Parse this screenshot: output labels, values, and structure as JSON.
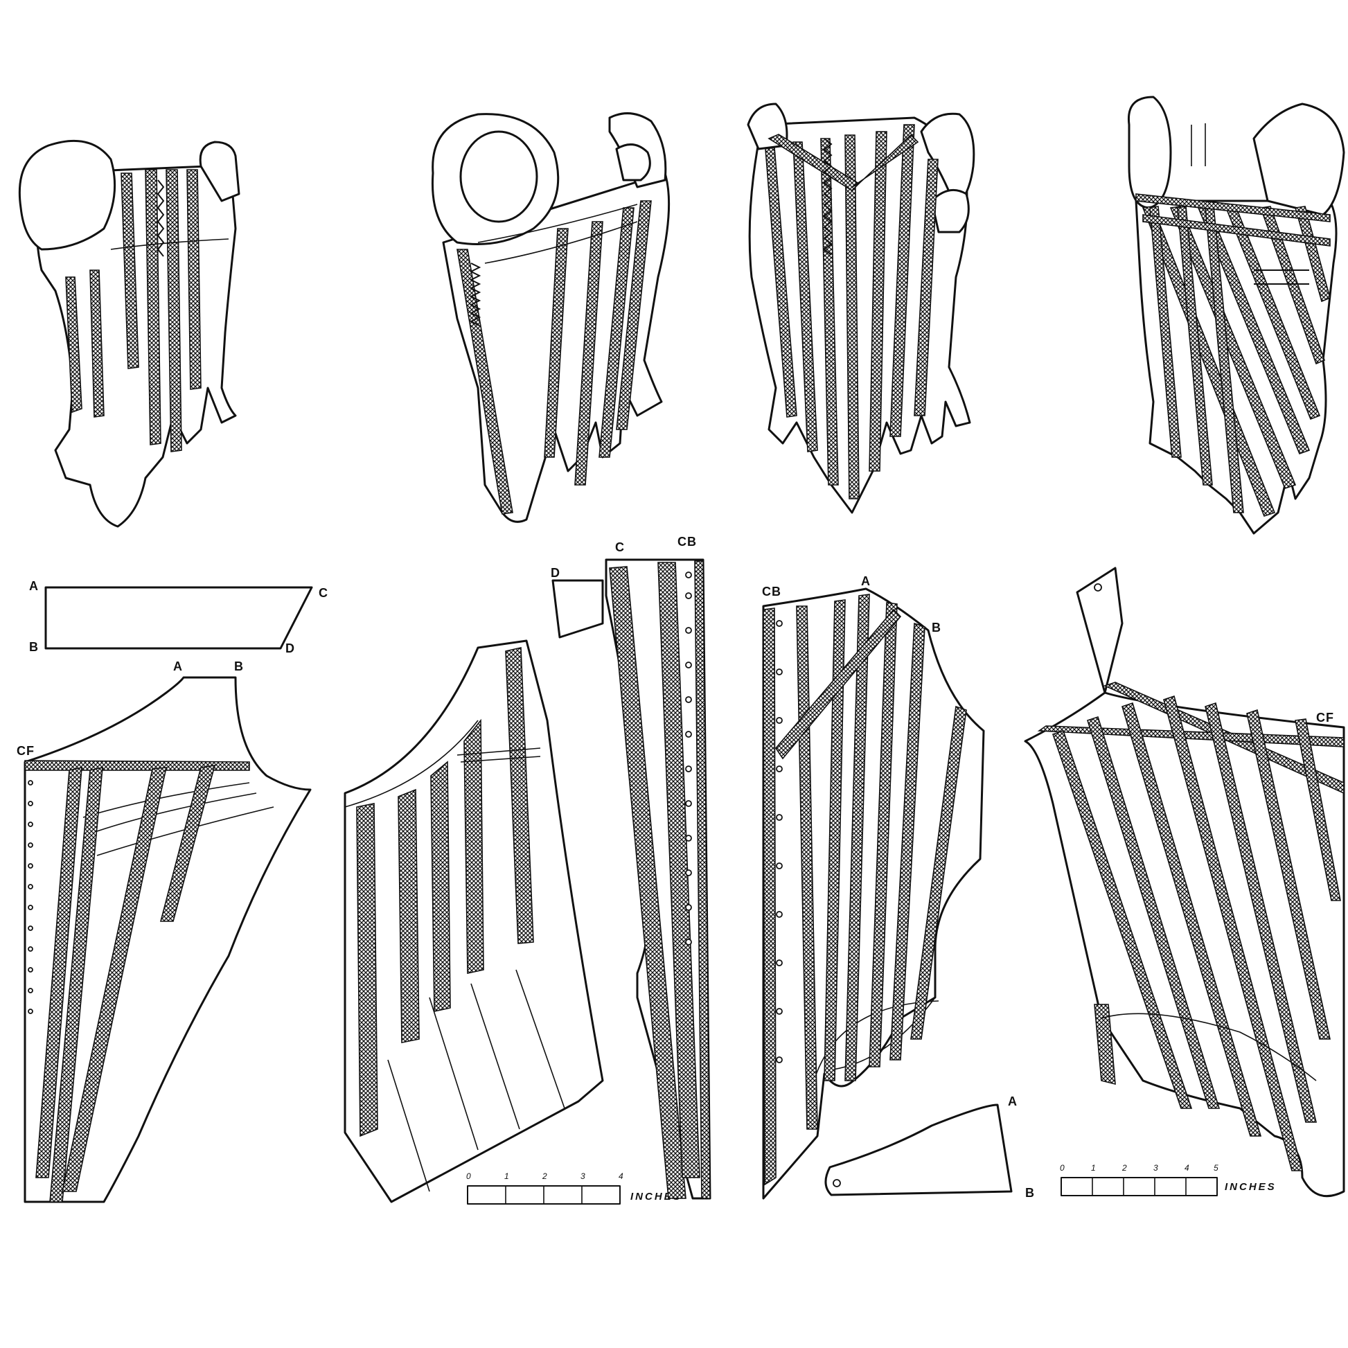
{
  "labels": {
    "a": "A",
    "b": "B",
    "c": "C",
    "d": "D",
    "cf": "CF",
    "cb": "CB"
  },
  "scale_left": {
    "ticks": [
      "0",
      "1",
      "2",
      "3",
      "4"
    ],
    "unit": "INCHES"
  },
  "scale_right": {
    "ticks": [
      "0",
      "1",
      "2",
      "3",
      "4",
      "5"
    ],
    "unit": "INCHES"
  }
}
